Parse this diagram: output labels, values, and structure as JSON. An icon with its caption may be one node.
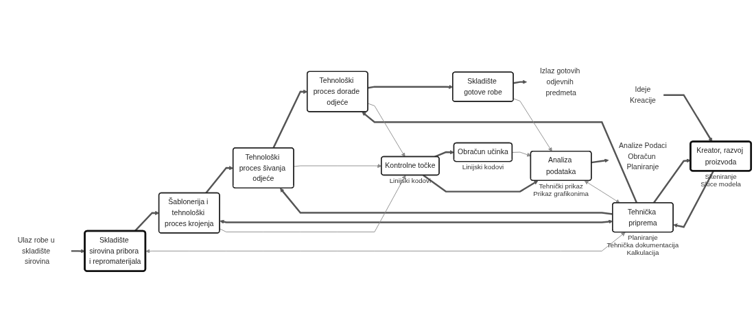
{
  "diagram": {
    "nodes": [
      {
        "text": [
          "Ulaz robe u skladište sirovina"
        ]
      },
      {
        "text": [
          "Skladište sirovina pribora i repromaterijala"
        ]
      },
      {
        "text": [
          "Šablonerija i tehnološki proces krojenja"
        ]
      },
      {
        "text": [
          "Tehnološki proces šivanja odjeće"
        ]
      },
      {
        "text": [
          "Tehnološki proces dorade odjeće"
        ]
      },
      {
        "text": [
          "Skladište gotove robe"
        ]
      },
      {
        "text": [
          "Izlaz gotovih odjevnih predmeta"
        ]
      },
      {
        "text": [
          "Ideje",
          "Kreacije"
        ]
      },
      {
        "text": [
          "Kreator, razvoj proizvoda"
        ],
        "beside": [
          "Skeniranje",
          "Skice modela"
        ]
      },
      {
        "text": [
          "Tehnička priprema"
        ],
        "beside": [
          "Planiranje",
          "Tehnička dokumentacija",
          "Kalkulacija"
        ]
      },
      {
        "text": [
          "Obračun učinka"
        ],
        "beside": [
          "Linijski kodovi"
        ]
      },
      {
        "text": [
          "Kontrolne točke"
        ],
        "beside": [
          "Linijski kodovi"
        ]
      },
      {
        "text": [
          "Analiza podataka"
        ],
        "beside": [
          "Tehnički prikaz",
          "Prikaz grafikonima"
        ]
      },
      {
        "text": [
          "Analize Podaci",
          "Obračun Planiranje"
        ]
      }
    ],
    "edges": [
      {
        "from": 0,
        "to": 1,
        "arrow": "to"
      },
      {
        "from": 1,
        "to": 2,
        "arrow": "to"
      },
      {
        "from": 2,
        "to": 3,
        "arrow": "to"
      },
      {
        "from": 3,
        "to": 4,
        "arrow": "to"
      },
      {
        "from": 4,
        "to": 5,
        "arrow": "to"
      },
      {
        "from": 5,
        "to": 6,
        "arrow": "to"
      },
      {
        "from": 7,
        "to": 8,
        "arrow": "to"
      },
      {
        "from": 9,
        "to": 8,
        "arrow": "to"
      },
      {
        "from": 8,
        "to": 9,
        "arrow": "to"
      },
      {
        "from": 11,
        "to": 10,
        "arrow": "to"
      },
      {
        "from": 11,
        "to": 12,
        "arrow": "to"
      },
      {
        "from": 12,
        "to": 13,
        "arrow": "to"
      },
      {
        "from": 9,
        "to": 2,
        "arrow": "both"
      },
      {
        "from": 9,
        "to": 3,
        "arrow": "to"
      },
      {
        "from": 9,
        "to": 4,
        "arrow": "to"
      },
      {
        "from": 9,
        "to": 1,
        "arrow": "both",
        "color": "#8c8c8c"
      },
      {
        "from": 2,
        "to": 11,
        "arrow": "to",
        "color": "#8c8c8c"
      },
      {
        "from": 3,
        "to": 11,
        "arrow": "to",
        "color": "#8c8c8c"
      },
      {
        "from": 4,
        "to": 11,
        "arrow": "to",
        "color": "#8c8c8c"
      },
      {
        "from": 5,
        "to": 12,
        "arrow": "to",
        "color": "#8c8c8c"
      },
      {
        "from": 9,
        "to": 12,
        "arrow": "both",
        "color": "#8c8c8c"
      },
      {
        "from": 10,
        "to": 12,
        "arrow": "to",
        "color": "#8c8c8c"
      }
    ]
  }
}
